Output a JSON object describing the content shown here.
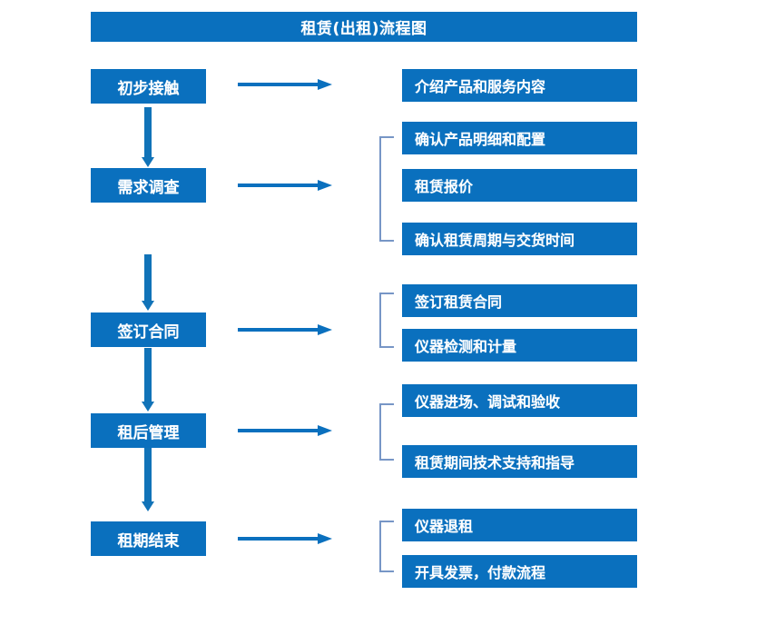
{
  "header": {
    "title": "租赁(出租)流程图"
  },
  "colors": {
    "primary_blue": "#0A70BE",
    "arrow_blue": "#1173B8",
    "bracket_blue": "#7796C6",
    "background": "#FFFFFF",
    "text": "#FFFFFF"
  },
  "stages": [
    {
      "id": "stage-1",
      "label": "初步接触",
      "arrow_right": "right-arrow",
      "details": [
        {
          "label": "介绍产品和服务内容"
        }
      ],
      "bracket": false
    },
    {
      "id": "stage-2",
      "label": "需求调查",
      "arrow_right": "right-arrow",
      "details": [
        {
          "label": "确认产品明细和配置"
        },
        {
          "label": "租赁报价"
        },
        {
          "label": "确认租赁周期与交货时间"
        }
      ],
      "bracket": true
    },
    {
      "id": "stage-3",
      "label": "签订合同",
      "arrow_right": "right-arrow",
      "details": [
        {
          "label": "签订租赁合同"
        },
        {
          "label": "仪器检测和计量"
        }
      ],
      "bracket": true
    },
    {
      "id": "stage-4",
      "label": "租后管理",
      "arrow_right": "right-arrow",
      "details": [
        {
          "label": "仪器进场、调试和验收"
        },
        {
          "label": "租赁期间技术支持和指导"
        }
      ],
      "bracket": true
    },
    {
      "id": "stage-5",
      "label": "租期结束",
      "arrow_right": "right-arrow",
      "details": [
        {
          "label": "仪器退租"
        },
        {
          "label": "开具发票，付款流程"
        }
      ],
      "bracket": true
    }
  ],
  "connectors": {
    "down_arrow_count": 4,
    "right_arrow_count": 5
  }
}
